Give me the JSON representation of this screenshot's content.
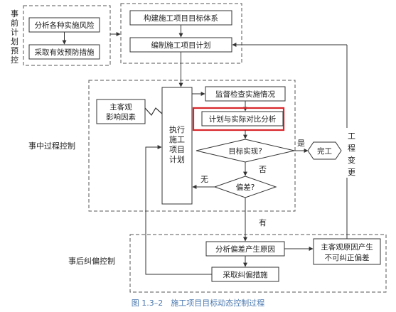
{
  "diagram": {
    "pre_label": "事前计划预控",
    "pre_label_chars": [
      "事",
      "前",
      "计",
      "划",
      "预",
      "控"
    ],
    "mid_label": "事中过程控制",
    "post_label": "事后纠偏控制",
    "right_label": "工程变更",
    "right_label_chars": [
      "工",
      "程",
      "变",
      "更"
    ],
    "boxes": {
      "analyze_risk": "分析各种实施风险",
      "prevention": "采取有效预防措施",
      "build_target": "构建施工项目目标体系",
      "make_plan": "编制施工项目计划",
      "subjective_factor_1": "主客观",
      "subjective_factor_2": "影响因素",
      "execute": [
        "执行",
        "施工",
        "项目",
        "计划"
      ],
      "supervise": "监督检查实施情况",
      "compare": "计划与实际对比分析",
      "goal_check": "目标实现?",
      "done": "完工",
      "deviation": "偏差?",
      "analyze_cause": "分析偏差产生原因",
      "correct": "采取纠偏措施",
      "uncorrectable_1": "主客观原因产生",
      "uncorrectable_2": "不可纠正偏差"
    },
    "edge_labels": {
      "yes": "是",
      "no": "否",
      "none": "无",
      "has": "有"
    },
    "highlight_color": "#d8262a"
  },
  "caption": "图 1.3–2　施工项目目标动态控制过程"
}
